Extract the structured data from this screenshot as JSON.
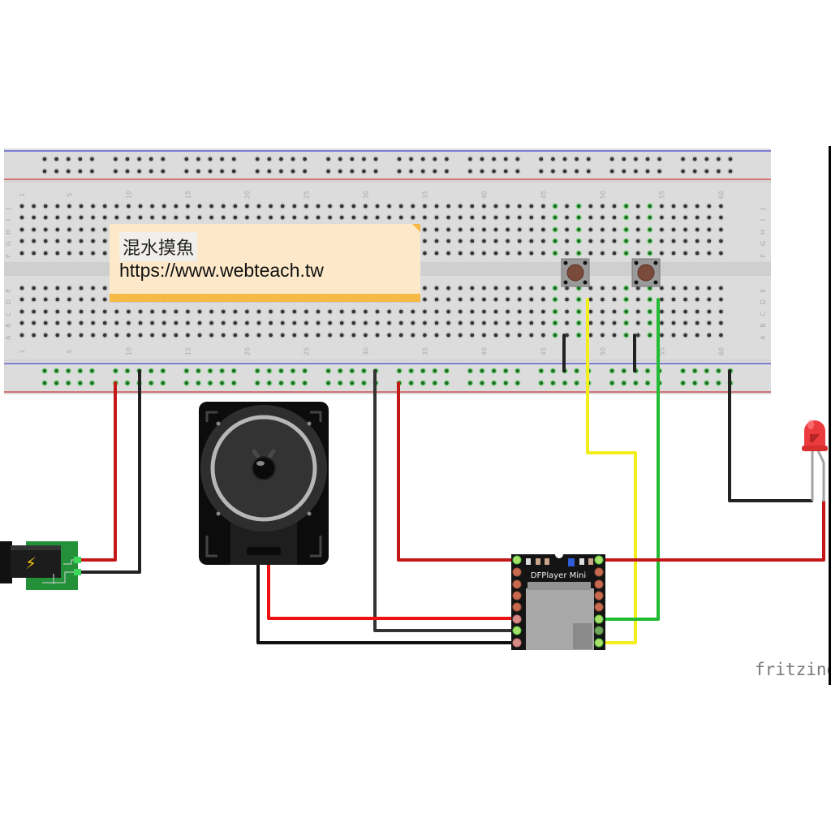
{
  "app": {
    "name": "Fritzing",
    "watermark": "fritzing"
  },
  "note": {
    "title": "混水摸魚",
    "url": "https://www.webteach.tw"
  },
  "breadboard": {
    "columns": 60,
    "column_labels": [
      "1",
      "5",
      "10",
      "15",
      "20",
      "25",
      "30",
      "35",
      "40",
      "45",
      "50",
      "55",
      "60"
    ],
    "row_labels_top": [
      "J",
      "I",
      "H",
      "G",
      "F"
    ],
    "row_labels_bottom": [
      "E",
      "D",
      "C",
      "B",
      "A"
    ],
    "rail_colors": {
      "negative": "#5b5bd6",
      "positive": "#d64545"
    },
    "highlighted_columns": [
      46,
      48,
      52,
      54
    ]
  },
  "components": {
    "dfplayer": {
      "label": "DFPlayer Mini"
    },
    "speaker": {
      "label": "Speaker"
    },
    "led": {
      "label": "Red LED",
      "color": "#e8373a"
    },
    "power_jack": {
      "label": "DC Power Jack",
      "symbol": "⚡"
    },
    "buttons": [
      {
        "label": "Pushbutton 1",
        "column": 47
      },
      {
        "label": "Pushbutton 2",
        "column": 53
      }
    ]
  },
  "wires": [
    {
      "id": "power-red",
      "color": "#cc1b1b"
    },
    {
      "id": "power-black",
      "color": "#222222"
    },
    {
      "id": "rail-gnd-dfplayer",
      "color": "#333333"
    },
    {
      "id": "rail-vcc-dfplayer",
      "color": "#cc1b1b"
    },
    {
      "id": "speaker-red",
      "color": "#ee1111"
    },
    {
      "id": "speaker-black",
      "color": "#111111"
    },
    {
      "id": "button1-yellow",
      "color": "#f2ee1c"
    },
    {
      "id": "button2-green",
      "color": "#22bb33"
    },
    {
      "id": "led-gnd",
      "color": "#222222"
    },
    {
      "id": "led-busy",
      "color": "#cc1b1b"
    },
    {
      "id": "button1-gnd",
      "color": "#222222"
    },
    {
      "id": "button2-gnd",
      "color": "#222222"
    }
  ]
}
